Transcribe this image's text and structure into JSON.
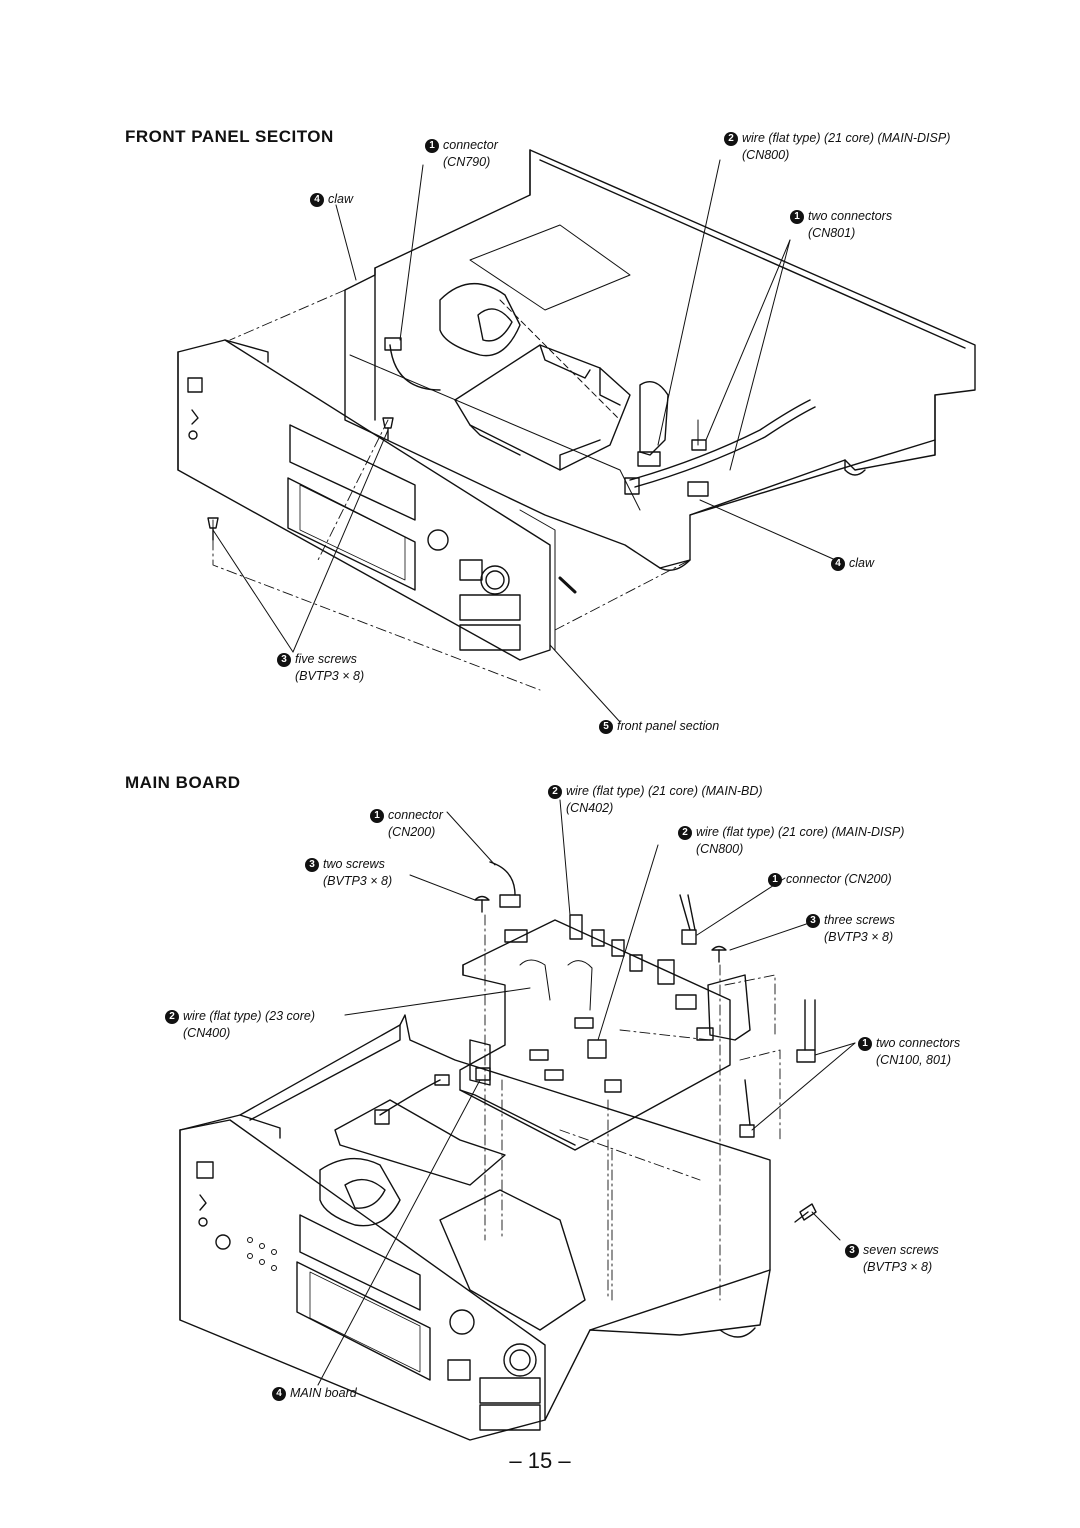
{
  "sections": {
    "front_panel": {
      "title": "FRONT  PANEL  SECITON",
      "callouts": [
        {
          "badge": "1",
          "line1": "connector",
          "line2": "(CN790)"
        },
        {
          "badge": "2",
          "line1": "wire (flat type) (21 core) (MAIN-DISP)",
          "line2": "(CN800)"
        },
        {
          "badge": "4",
          "line1": "claw",
          "line2": ""
        },
        {
          "badge": "1",
          "line1": "two connectors",
          "line2": "(CN801)"
        },
        {
          "badge": "4",
          "line1": "claw",
          "line2": ""
        },
        {
          "badge": "3",
          "line1": "five screws",
          "line2": "(BVTP3 × 8)"
        },
        {
          "badge": "5",
          "line1": "front panel section",
          "line2": ""
        }
      ]
    },
    "main_board": {
      "title": "MAIN  BOARD",
      "callouts": [
        {
          "badge": "2",
          "line1": "wire (flat type) (21 core) (MAIN-BD)",
          "line2": "(CN402)"
        },
        {
          "badge": "1",
          "line1": "connector",
          "line2": "(CN200)"
        },
        {
          "badge": "2",
          "line1": "wire (flat type) (21 core) (MAIN-DISP)",
          "line2": "(CN800)"
        },
        {
          "badge": "3",
          "line1": "two screws",
          "line2": "(BVTP3 × 8)"
        },
        {
          "badge": "1",
          "line1": "connector  (CN200)",
          "line2": ""
        },
        {
          "badge": "3",
          "line1": "three screws",
          "line2": "(BVTP3 × 8)"
        },
        {
          "badge": "2",
          "line1": "wire (flat type) (23 core)",
          "line2": "(CN400)"
        },
        {
          "badge": "1",
          "line1": "two connectors",
          "line2": "(CN100, 801)"
        },
        {
          "badge": "3",
          "line1": "seven screws",
          "line2": "(BVTP3 × 8)"
        },
        {
          "badge": "4",
          "line1": "MAIN board",
          "line2": ""
        }
      ]
    }
  },
  "page_number": "– 15 –"
}
